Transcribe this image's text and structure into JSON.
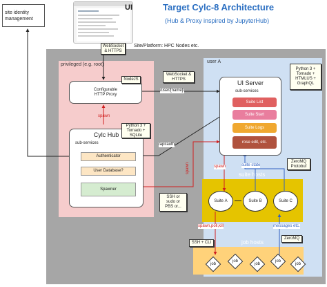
{
  "title": "Target Cylc-8 Architecture",
  "subtitle": "(Hub & Proxy inspired by JupyterHub)",
  "ui_label": "UI",
  "site_identity_label": "site identity management",
  "platform_label": "Site/Platform: HPC Nodes etc.",
  "privileged_label": "privileged (e.g. root)",
  "user_a_label": "user A",
  "proxy_box": "Configurable HTTP Proxy",
  "hub_title": "Cylc Hub",
  "hub_subservices": "sub-services",
  "authenticator": "Authenticator",
  "user_db": "User Database?",
  "spawner": "Spawner",
  "ui_server_title": "UI Server",
  "ui_subservices": "sub-services",
  "suite_list": "Suite List",
  "suite_start": "Suite Start",
  "suite_logs": "Suite Logs",
  "rose_edit": "rose edit, etc.",
  "suite_hosts_label": "suite hosts",
  "suite_a": "Suite A",
  "suite_b": "Suite B",
  "suite_c": "Suite C",
  "job_hosts_label": "job hosts",
  "job": "job",
  "notes": {
    "websocket1": "WebSocket & HTTPS",
    "nodejs": "NodeJS",
    "websocket2": "WebSocket & HTTPS",
    "python_graphql": "Python 3 + Tornado + HTMLUS + GraphQL",
    "python_sqlite": "Python 3 + Tornado + SQLite",
    "zeromq_protobuf": "ZeroMQ Protobuf",
    "ssh_sudo_pbs": "SSH or sudo or PBS or...",
    "ssh_cli": "SSH + CLI",
    "zeromq": "ZeroMQ"
  },
  "edges": {
    "user_name": "/user/[name]/",
    "api_auth": "/api/auth",
    "spawn_proxy": "spawn",
    "spawn_red": "spawn",
    "spawn_ui": "spawn",
    "suite_state": "suite state",
    "spawn_poll_kill": "spawn,poll,kill",
    "messages": "messages etc."
  },
  "colors": {
    "title": "#2b6fc2",
    "privileged_bg": "#f6cccc",
    "platform_bg": "#a6a6a6",
    "user_bg": "#cfe0f3",
    "suite_hosts_bg": "#e5c400",
    "job_hosts_bg": "#ffd27a",
    "suite_list": "#e06060",
    "suite_start": "#e97e9e",
    "suite_logs": "#f0a830",
    "rose_edit": "#b0523e",
    "spawner": "#d5ecd0",
    "red_arrow": "#d02020",
    "blue_arrow": "#3060c0"
  }
}
